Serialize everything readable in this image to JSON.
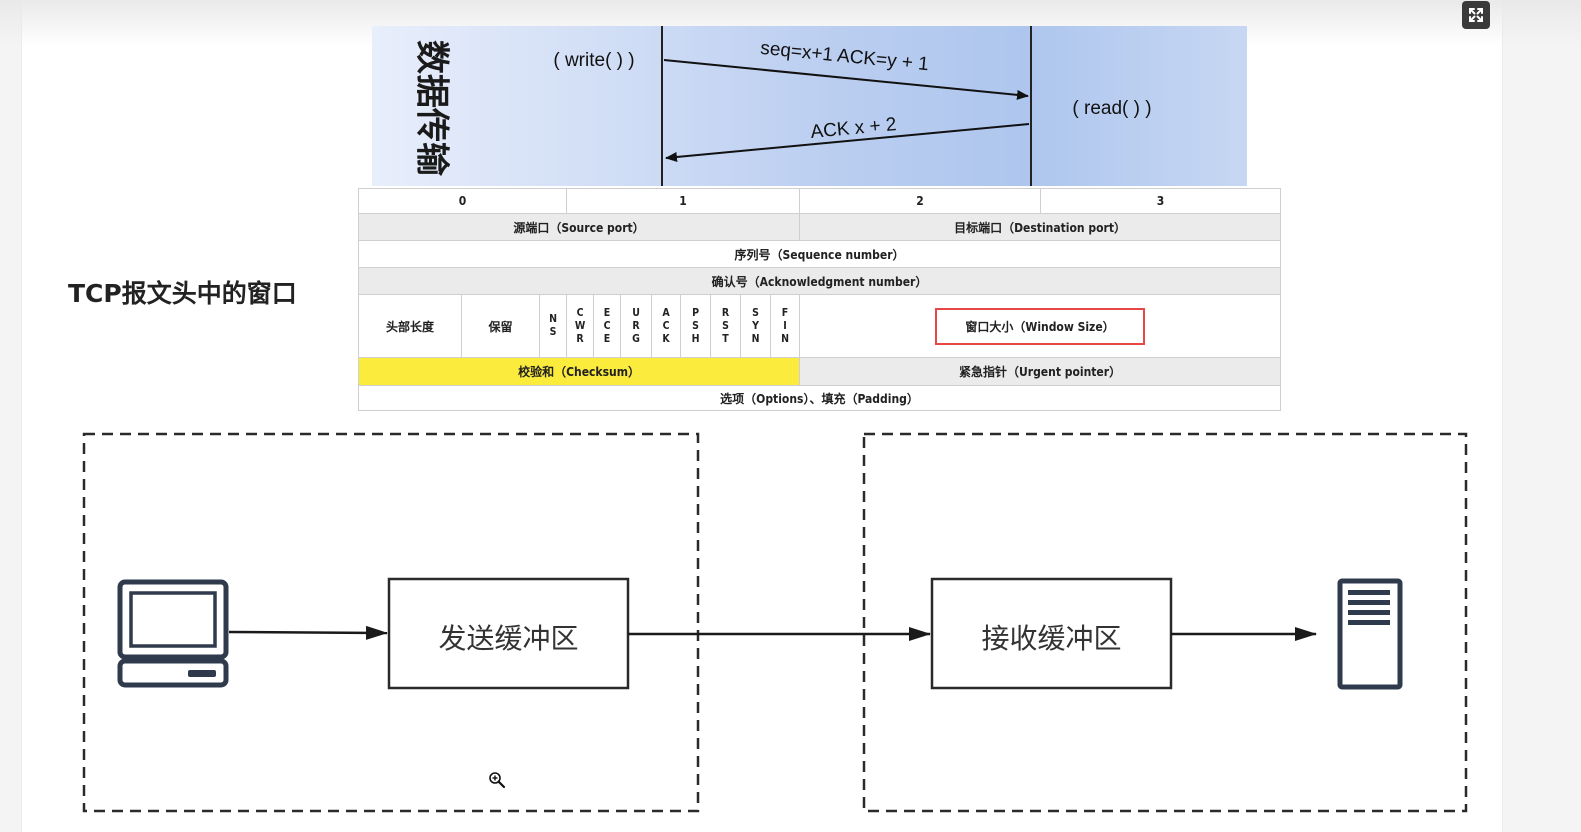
{
  "title": "TCP报文头中的窗口",
  "sequence": {
    "phase_label": "数据传输",
    "left_call": "( write( ) )",
    "right_call": "( read( ) )",
    "forward_msg": "seq=x+1 ACK=y + 1",
    "backward_msg": "ACK x + 2"
  },
  "tcp_header": {
    "byte_columns": [
      "0",
      "1",
      "2",
      "3"
    ],
    "source_port": "源端口（Source port）",
    "destination_port": "目标端口（Destination port）",
    "sequence_number": "序列号（Sequence number）",
    "ack_number": "确认号（Acknowledgment number）",
    "header_length": "头部长度",
    "reserved": "保留",
    "flags": [
      {
        "name": "ns",
        "chars": [
          "N",
          "S"
        ]
      },
      {
        "name": "cwr",
        "chars": [
          "C",
          "W",
          "R"
        ]
      },
      {
        "name": "ece",
        "chars": [
          "E",
          "C",
          "E"
        ]
      },
      {
        "name": "urg",
        "chars": [
          "U",
          "R",
          "G"
        ]
      },
      {
        "name": "ack",
        "chars": [
          "A",
          "C",
          "K"
        ]
      },
      {
        "name": "psh",
        "chars": [
          "P",
          "S",
          "H"
        ]
      },
      {
        "name": "rst",
        "chars": [
          "R",
          "S",
          "T"
        ]
      },
      {
        "name": "syn",
        "chars": [
          "S",
          "Y",
          "N"
        ]
      },
      {
        "name": "fin",
        "chars": [
          "F",
          "I",
          "N"
        ]
      }
    ],
    "window_size": "窗口大小（Window Size）",
    "checksum": "校验和（Checksum）",
    "urgent_pointer": "紧急指针（Urgent pointer）",
    "options_padding": "选项（Options）、填充（Padding）"
  },
  "flow": {
    "send_buffer": "发送缓冲区",
    "receive_buffer": "接收缓冲区"
  },
  "colors": {
    "highlight_yellow": "#fbeb3c",
    "window_border": "#e64848",
    "icon_dark": "#2f3b4c"
  },
  "icons": {
    "expand": "expand-icon",
    "client": "computer-icon",
    "server": "server-icon",
    "cursor": "zoom-in-cursor-icon"
  }
}
